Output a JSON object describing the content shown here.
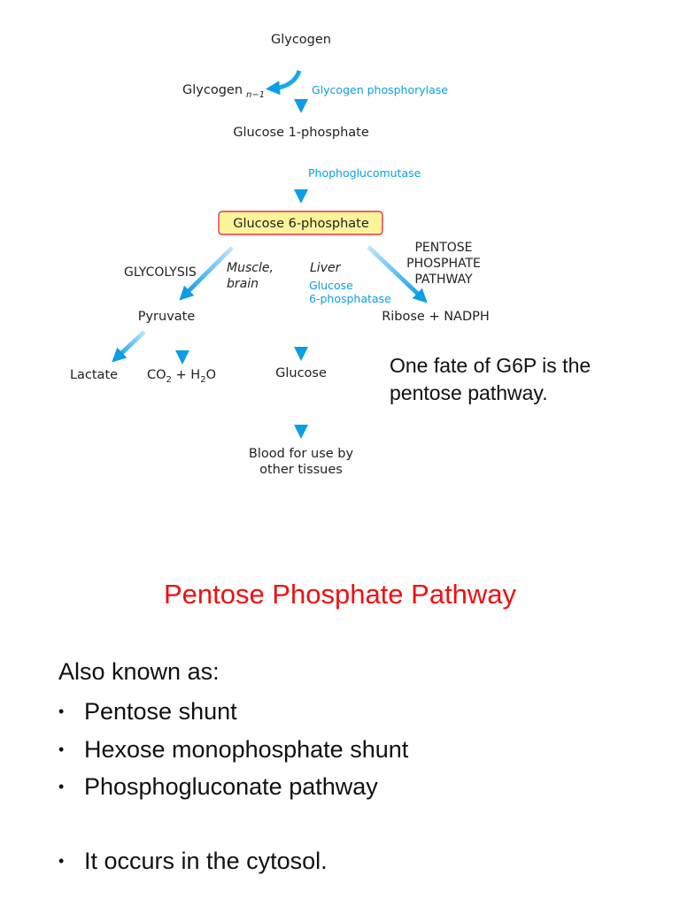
{
  "diagram": {
    "glycogen": "Glycogen",
    "glycogen_n1": "Glycogen",
    "glycogen_n1_sub": "n−1",
    "glycogen_phosphorylase": "Glycogen phosphorylase",
    "glucose_1_phosphate": "Glucose 1-phosphate",
    "phosphoglucomutase": "Phophoglucomutase",
    "glucose_6_phosphate": "Glucose 6-phosphate",
    "glycolysis": "GLYCOLYSIS",
    "muscle": "Muscle,",
    "brain": "brain",
    "liver": "Liver",
    "glucose_6_phosphatase_1": "Glucose",
    "glucose_6_phosphatase_2": "6-phosphatase",
    "pentose_1": "PENTOSE",
    "pentose_2": "PHOSPHATE",
    "pentose_3": "PATHWAY",
    "pyruvate": "Pyruvate",
    "ribose_nadph": "Ribose + NADPH",
    "lactate": "Lactate",
    "co2_a": "CO",
    "co2_sub": "2",
    "co2_b": " + H",
    "h2o_sub": "2",
    "h2o_c": "O",
    "glucose": "Glucose",
    "blood_1": "Blood for use by",
    "blood_2": "other tissues",
    "colors": {
      "arrow": "#19a8ec",
      "enzyme_text": "#0a9fe0",
      "highlight_fill": "#fdf49a",
      "highlight_border": "#e0334a"
    }
  },
  "note": {
    "line1": "One fate of G6P is the",
    "line2": "pentose pathway."
  },
  "section_title": "Pentose Phosphate Pathway",
  "title_color": "#ee1111",
  "also_known_as": "Also known as:",
  "bullet_symbol": "•",
  "synonyms": [
    "Pentose shunt",
    "Hexose monophosphate shunt",
    "Phosphogluconate pathway"
  ],
  "location_fact": "It occurs in the cytosol."
}
